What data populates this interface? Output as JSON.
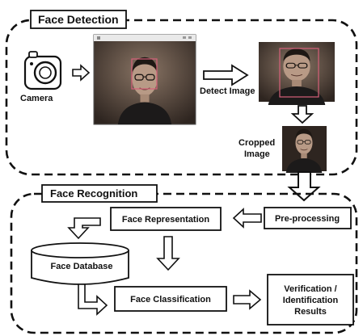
{
  "face_detection": {
    "title": "Face Detection",
    "camera_label": "Camera",
    "detect_label": "Detect Image",
    "cropped_label_line1": "Cropped",
    "cropped_label_line2": "Image"
  },
  "face_recognition": {
    "title": "Face Recognition",
    "preprocessing": "Pre-processing",
    "representation": "Face Representation",
    "database": "Face  Database",
    "classification": "Face Classification",
    "results_line1": "Verification /",
    "results_line2": "Identification",
    "results_line3": "Results"
  },
  "colors": {
    "photo_bg": "#5a4a40",
    "skin": "#b89a86",
    "box": "#d6607a"
  },
  "icons": [
    "camera-icon",
    "arrow-right-icon",
    "arrow-left-icon",
    "arrow-down-icon",
    "database-icon"
  ]
}
